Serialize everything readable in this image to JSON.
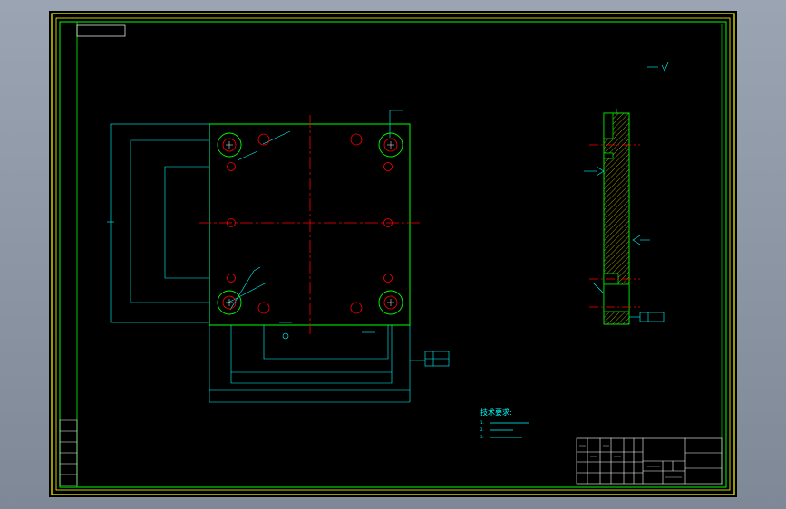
{
  "drawing": {
    "colors": {
      "background": "#000000",
      "border": "#ffff00",
      "frame": "#00ff00",
      "outline": "#00ff00",
      "dimension": "#00ffff",
      "centerline": "#ff0000",
      "hatch": "#ffff00",
      "text": "#ffffff"
    },
    "front_view": {
      "dimensions": {
        "vertical_outer": "",
        "vertical_mid": "",
        "vertical_inner": "",
        "horizontal_small": "",
        "horizontal_mid": "",
        "horizontal_large": "",
        "horizontal_overall": ""
      }
    },
    "technical_requirements": {
      "title": "技术要求:",
      "items": [
        "1.",
        "2.",
        "3."
      ]
    },
    "title_block": {
      "label_top": "",
      "label_mid": "",
      "label_bottom": ""
    }
  }
}
